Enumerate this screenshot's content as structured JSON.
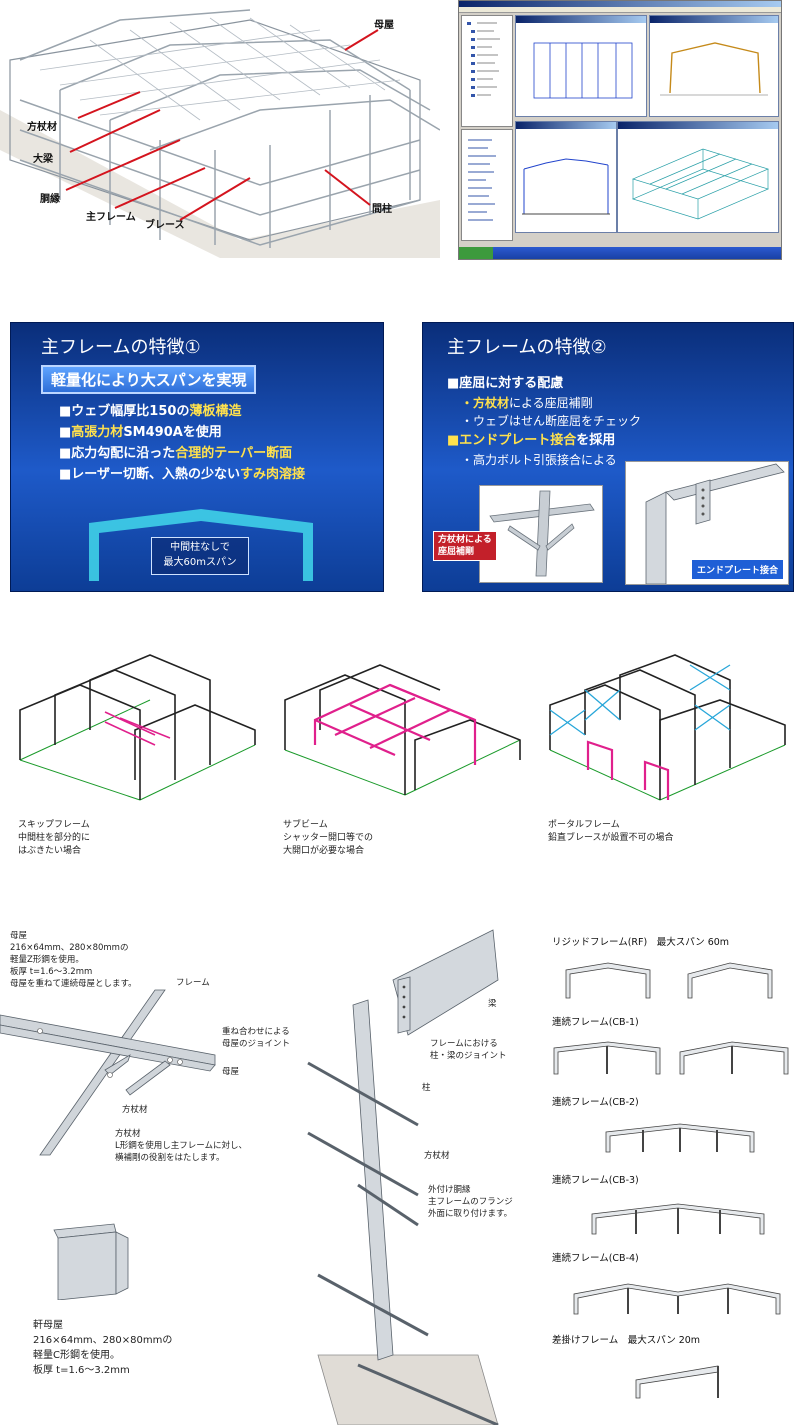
{
  "top_left": {
    "labels": {
      "moya": "母屋",
      "houzue": "方杖材",
      "oobari": "大梁",
      "doubuchi": "胴縁",
      "main_frame": "主フレーム",
      "brace": "ブレース",
      "mabashira": "間柱"
    }
  },
  "slide1": {
    "title": "主フレームの特徴①",
    "highlight": "軽量化により大スパンを実現",
    "bullets": [
      {
        "pre": "■ウェブ幅厚比",
        "num": "150",
        "mid": "の",
        "em": "薄板構造"
      },
      {
        "pre": "■",
        "em": "高張力材",
        "post": "SM490Aを使用"
      },
      {
        "pre": "■応力勾配に沿った",
        "em": "合理的テーパー断面"
      },
      {
        "pre": "■レーザー切断、入熱の少ない",
        "em": "すみ肉溶接"
      }
    ],
    "box_line1": "中間柱なしで",
    "box_line2": "最大60mスパン"
  },
  "slide2": {
    "title": "主フレームの特徴②",
    "b1": "■座屈に対する配慮",
    "s1_em": "・方杖材",
    "s1_post": "による座屈補剛",
    "s2": "・ウェブはせん断座屈をチェック",
    "b2_em": "■エンドプレート接合",
    "b2_post": "を採用",
    "s3": "・高力ボルト引張接合による",
    "tag_left_1": "方杖材による",
    "tag_left_2": "座屈補剛",
    "tag_right": "エンドプレート接合"
  },
  "variants": [
    {
      "name": "スキップフレーム",
      "desc": "中間柱を部分的に\nはぶきたい場合"
    },
    {
      "name": "サブビーム",
      "desc": "シャッター開口等での\n大開口が必要な場合"
    },
    {
      "name": "ポータルフレーム",
      "desc": "鉛直ブレースが設置不可の場合"
    }
  ],
  "detail_left": {
    "moya_note": "母屋\n216×64mm、280×80mmの\n軽量Z形鋼を使用。\n板厚 t=1.6～3.2mm\n母屋を重ねて連続母屋とします。",
    "frame": "フレーム",
    "joint": "重ね合わせによる\n母屋のジョイント",
    "moya": "母屋",
    "houzue": "方杖材",
    "houzue_note": "方杖材\nL形鋼を使用し主フレームに対し、\n横補剛の役割をはたします。",
    "noki_note": "軒母屋\n216×64mm、280×80mmの\n軽量C形鋼を使用。\n板厚 t=1.6～3.2mm"
  },
  "detail_mid": {
    "beam": "梁",
    "joint": "フレームにおける\n柱・梁のジョイント",
    "column": "柱",
    "houzue": "方杖材",
    "doubuchi": "外付け胴縁\n主フレームのフランジ\n外面に取り付けます。"
  },
  "frames": [
    {
      "title": "リジッドフレーム(RF)　最大スパン 60m"
    },
    {
      "title": "連続フレーム(CB-1)"
    },
    {
      "title": "連続フレーム(CB-2)"
    },
    {
      "title": "連続フレーム(CB-3)"
    },
    {
      "title": "連続フレーム(CB-4)"
    },
    {
      "title": "差掛けフレーム　最大スパン 20m"
    }
  ],
  "colors": {
    "slide_blue": "#1e5ac9",
    "highlight_yellow": "#ffe14d",
    "magenta": "#e0208c",
    "cyan_brace": "#27a6d9",
    "ground_green": "#1a9a2a"
  }
}
